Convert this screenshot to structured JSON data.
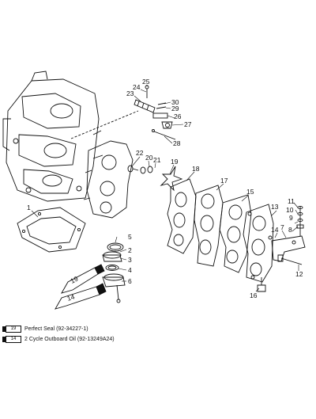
{
  "callouts": [
    {
      "id": "1",
      "label": "1"
    },
    {
      "id": "2",
      "label": "2"
    },
    {
      "id": "3",
      "label": "3"
    },
    {
      "id": "4",
      "label": "4"
    },
    {
      "id": "5",
      "label": "5"
    },
    {
      "id": "6",
      "label": "6"
    },
    {
      "id": "7",
      "label": "7"
    },
    {
      "id": "8",
      "label": "8"
    },
    {
      "id": "9",
      "label": "9"
    },
    {
      "id": "10",
      "label": "10"
    },
    {
      "id": "11",
      "label": "11"
    },
    {
      "id": "12",
      "label": "12"
    },
    {
      "id": "13",
      "label": "13"
    },
    {
      "id": "14",
      "label": "14"
    },
    {
      "id": "15",
      "label": "15"
    },
    {
      "id": "16",
      "label": "16"
    },
    {
      "id": "17",
      "label": "17"
    },
    {
      "id": "18",
      "label": "18"
    },
    {
      "id": "19",
      "label": "19"
    },
    {
      "id": "20",
      "label": "20"
    },
    {
      "id": "21",
      "label": "21"
    },
    {
      "id": "22",
      "label": "22"
    },
    {
      "id": "23",
      "label": "23"
    },
    {
      "id": "24",
      "label": "24"
    },
    {
      "id": "25",
      "label": "25"
    },
    {
      "id": "26",
      "label": "26"
    },
    {
      "id": "27",
      "label": "27"
    },
    {
      "id": "28",
      "label": "28"
    },
    {
      "id": "29",
      "label": "29"
    },
    {
      "id": "30",
      "label": "30"
    }
  ],
  "tube_labels": {
    "perfect_seal": "19",
    "outboard_oil": "14"
  },
  "legend": [
    {
      "code": "19",
      "text": "Perfect Seal (92-34227-1)"
    },
    {
      "code": "14",
      "text": "2 Cycle Outboard Oil (92-13249A24)"
    }
  ]
}
